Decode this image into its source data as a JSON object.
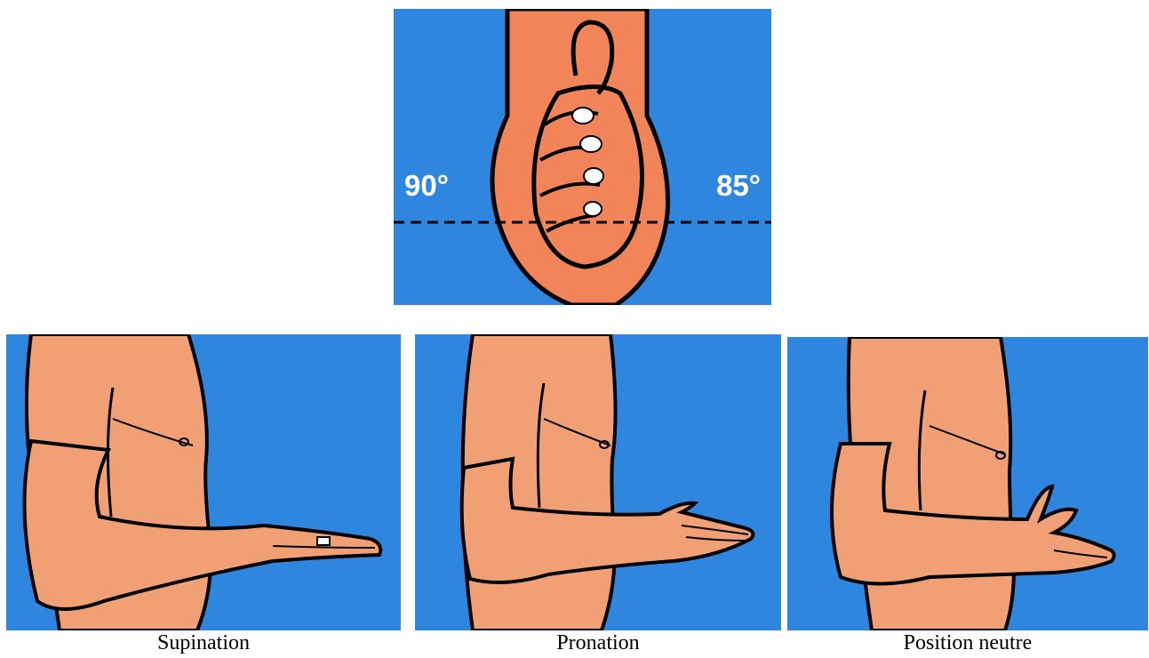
{
  "top_figure": {
    "left_angle": "90°",
    "right_angle": "85°",
    "background_color": "#2f86de",
    "skin_color": "#f2845a"
  },
  "panels": [
    {
      "caption": "Supination",
      "skin_color": "#f0a074"
    },
    {
      "caption": "Pronation",
      "skin_color": "#f0a074"
    },
    {
      "caption": "Position neutre",
      "skin_color": "#f0a074"
    }
  ]
}
